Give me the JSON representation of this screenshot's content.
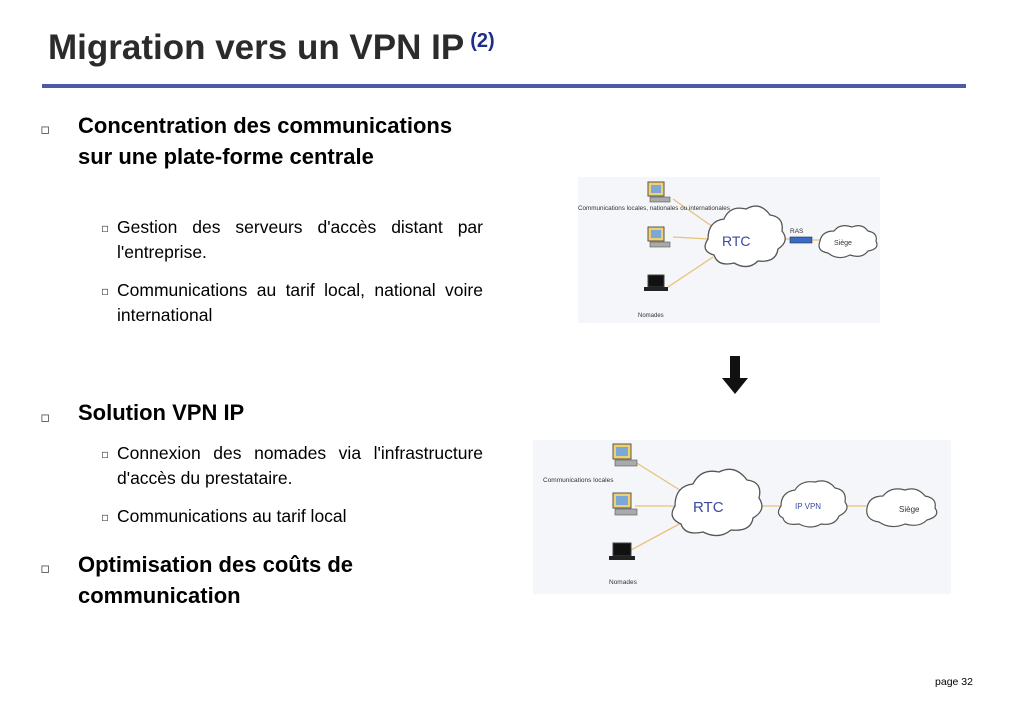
{
  "slide": {
    "title": "Migration vers un VPN IP",
    "title_superscript": "(2)",
    "page_label": "page 32"
  },
  "content": {
    "bullet1": {
      "text": "Concentration des communications sur une plate-forme centrale",
      "subs": [
        "Gestion des serveurs d'accès distant par l'entreprise.",
        "Communications au tarif local, national voire international"
      ]
    },
    "bullet2": {
      "text": "Solution VPN IP",
      "subs": [
        "Connexion des nomades via l'infrastructure d'accès du prestataire.",
        "Communications au tarif local"
      ]
    },
    "bullet3": {
      "text": "Optimisation des coûts de communication"
    }
  },
  "diagram_top": {
    "left_label": "Communications locales, nationales ou internationales",
    "cloud1": "RTC",
    "ras_label": "RAS",
    "cloud2": "Siège",
    "bottom_label": "Nomades"
  },
  "diagram_bottom": {
    "left_label": "Communications locales",
    "cloud1": "RTC",
    "cloud2": "IP VPN",
    "cloud3": "Siège",
    "bottom_label": "Nomades"
  },
  "icons": {
    "bullet": "square-bullet-icon",
    "sub_bullet": "square-bullet-icon",
    "arrow": "arrow-down-icon"
  }
}
